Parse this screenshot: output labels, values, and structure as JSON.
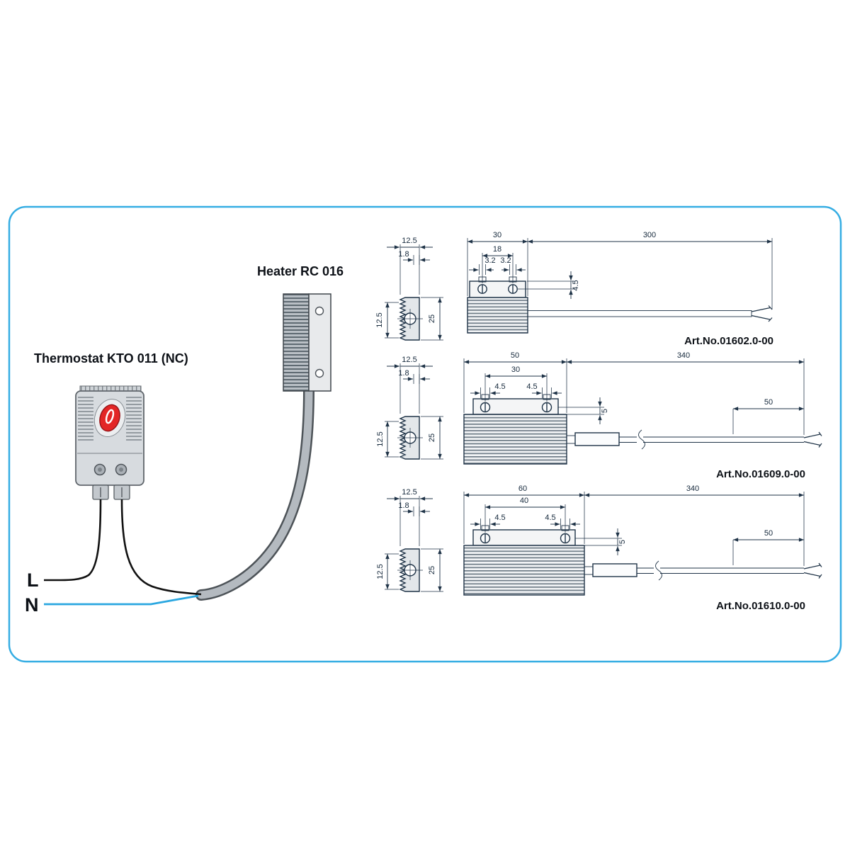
{
  "frame": {
    "border_color": "#35ade3"
  },
  "wiring": {
    "thermostat_label": "Thermostat KTO 011 (NC)",
    "heater_label": "Heater RC 016",
    "wire_l_label": "L",
    "wire_n_label": "N",
    "neutral_wire_color": "#2ba7e0",
    "live_wire_color": "#111111",
    "dial_color": "#e32626"
  },
  "drawing_style": {
    "line_color": "#1f3347"
  },
  "drawings": [
    {
      "art_no": "Art.No.01602.0-00",
      "dims": {
        "profile_width": "12.5",
        "fin_thickness": "1.8",
        "profile_depth": "12.5",
        "profile_height": "25",
        "body_width": "30",
        "hole_spacing": "18",
        "slot_left": "3.2",
        "slot_right": "3.2",
        "hole_offset_top": "4.5",
        "cable_length": "300"
      }
    },
    {
      "art_no": "Art.No.01609.0-00",
      "dims": {
        "profile_width": "12.5",
        "fin_thickness": "1.8",
        "profile_depth": "12.5",
        "profile_height": "25",
        "body_width": "50",
        "hole_spacing": "30",
        "slot_left": "4.5",
        "slot_right": "4.5",
        "hole_offset_top": "5",
        "cable_length": "340",
        "strip_length": "50"
      }
    },
    {
      "art_no": "Art.No.01610.0-00",
      "dims": {
        "profile_width": "12.5",
        "fin_thickness": "1.8",
        "profile_depth": "12.5",
        "profile_height": "25",
        "body_width": "60",
        "hole_spacing": "40",
        "slot_left": "4.5",
        "slot_right": "4.5",
        "hole_offset_top": "5",
        "cable_length": "340",
        "strip_length": "50"
      }
    }
  ]
}
